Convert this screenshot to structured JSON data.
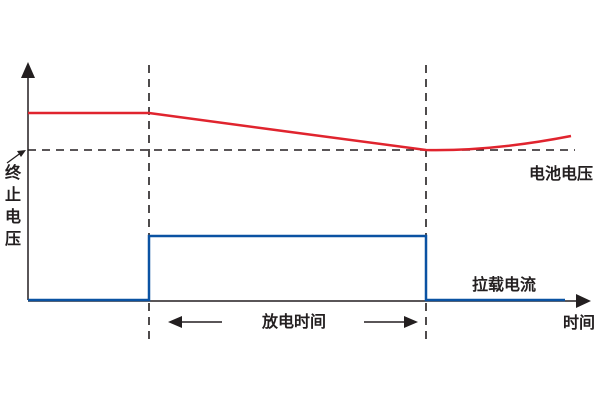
{
  "diagram": {
    "title": "",
    "labels": {
      "cutoff_voltage": "终止电压",
      "battery_voltage": "电池电压",
      "load_current": "拉载电流",
      "discharge_time": "放电时间",
      "time_axis": "时间"
    },
    "colors": {
      "voltage_line": "#e0242e",
      "current_line": "#0a52a2",
      "axis": "#231f20",
      "dashed": "#231f20"
    },
    "series": {
      "battery_voltage": "Flat high, declines during discharge to cutoff voltage, then recovers",
      "load_current": "Zero, step up during discharge period, back to zero"
    }
  }
}
